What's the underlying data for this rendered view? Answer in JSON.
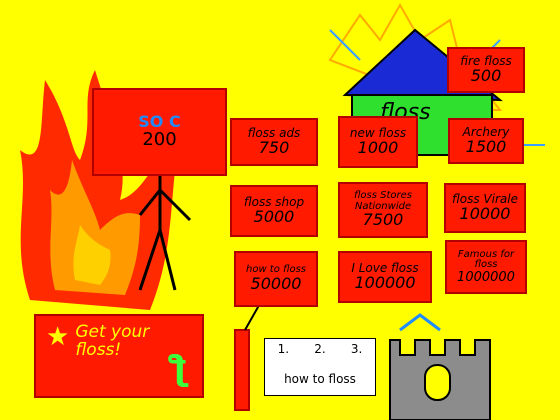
{
  "hero": {
    "logo_text": "SO C",
    "score": "200"
  },
  "upgrades": [
    {
      "label": "floss ads",
      "cost": "750"
    },
    {
      "label": "new floss",
      "cost": "1000"
    },
    {
      "label": "Archery",
      "cost": "1500"
    },
    {
      "label": "floss shop",
      "cost": "5000"
    },
    {
      "label": "floss Stores Nationwide",
      "cost": "7500"
    },
    {
      "label": "floss Virale",
      "cost": "10000"
    },
    {
      "label": "how to floss",
      "cost": "50000"
    },
    {
      "label": "I Love floss",
      "cost": "100000"
    },
    {
      "label": "Famous for floss",
      "cost": "1000000"
    }
  ],
  "fire_floss": {
    "label": "fire floss",
    "cost": "500"
  },
  "get_floss": {
    "text": "Get your floss!"
  },
  "how_to_card": {
    "steps": [
      "1.",
      "2.",
      "3."
    ],
    "caption": "how to floss"
  },
  "house_sign": "floss",
  "colors": {
    "background": "#ffff00",
    "button": "#ff1a00",
    "house_roof": "#1a2bd6",
    "house_wall": "#2fe02f",
    "castle": "#8c8c8c"
  }
}
